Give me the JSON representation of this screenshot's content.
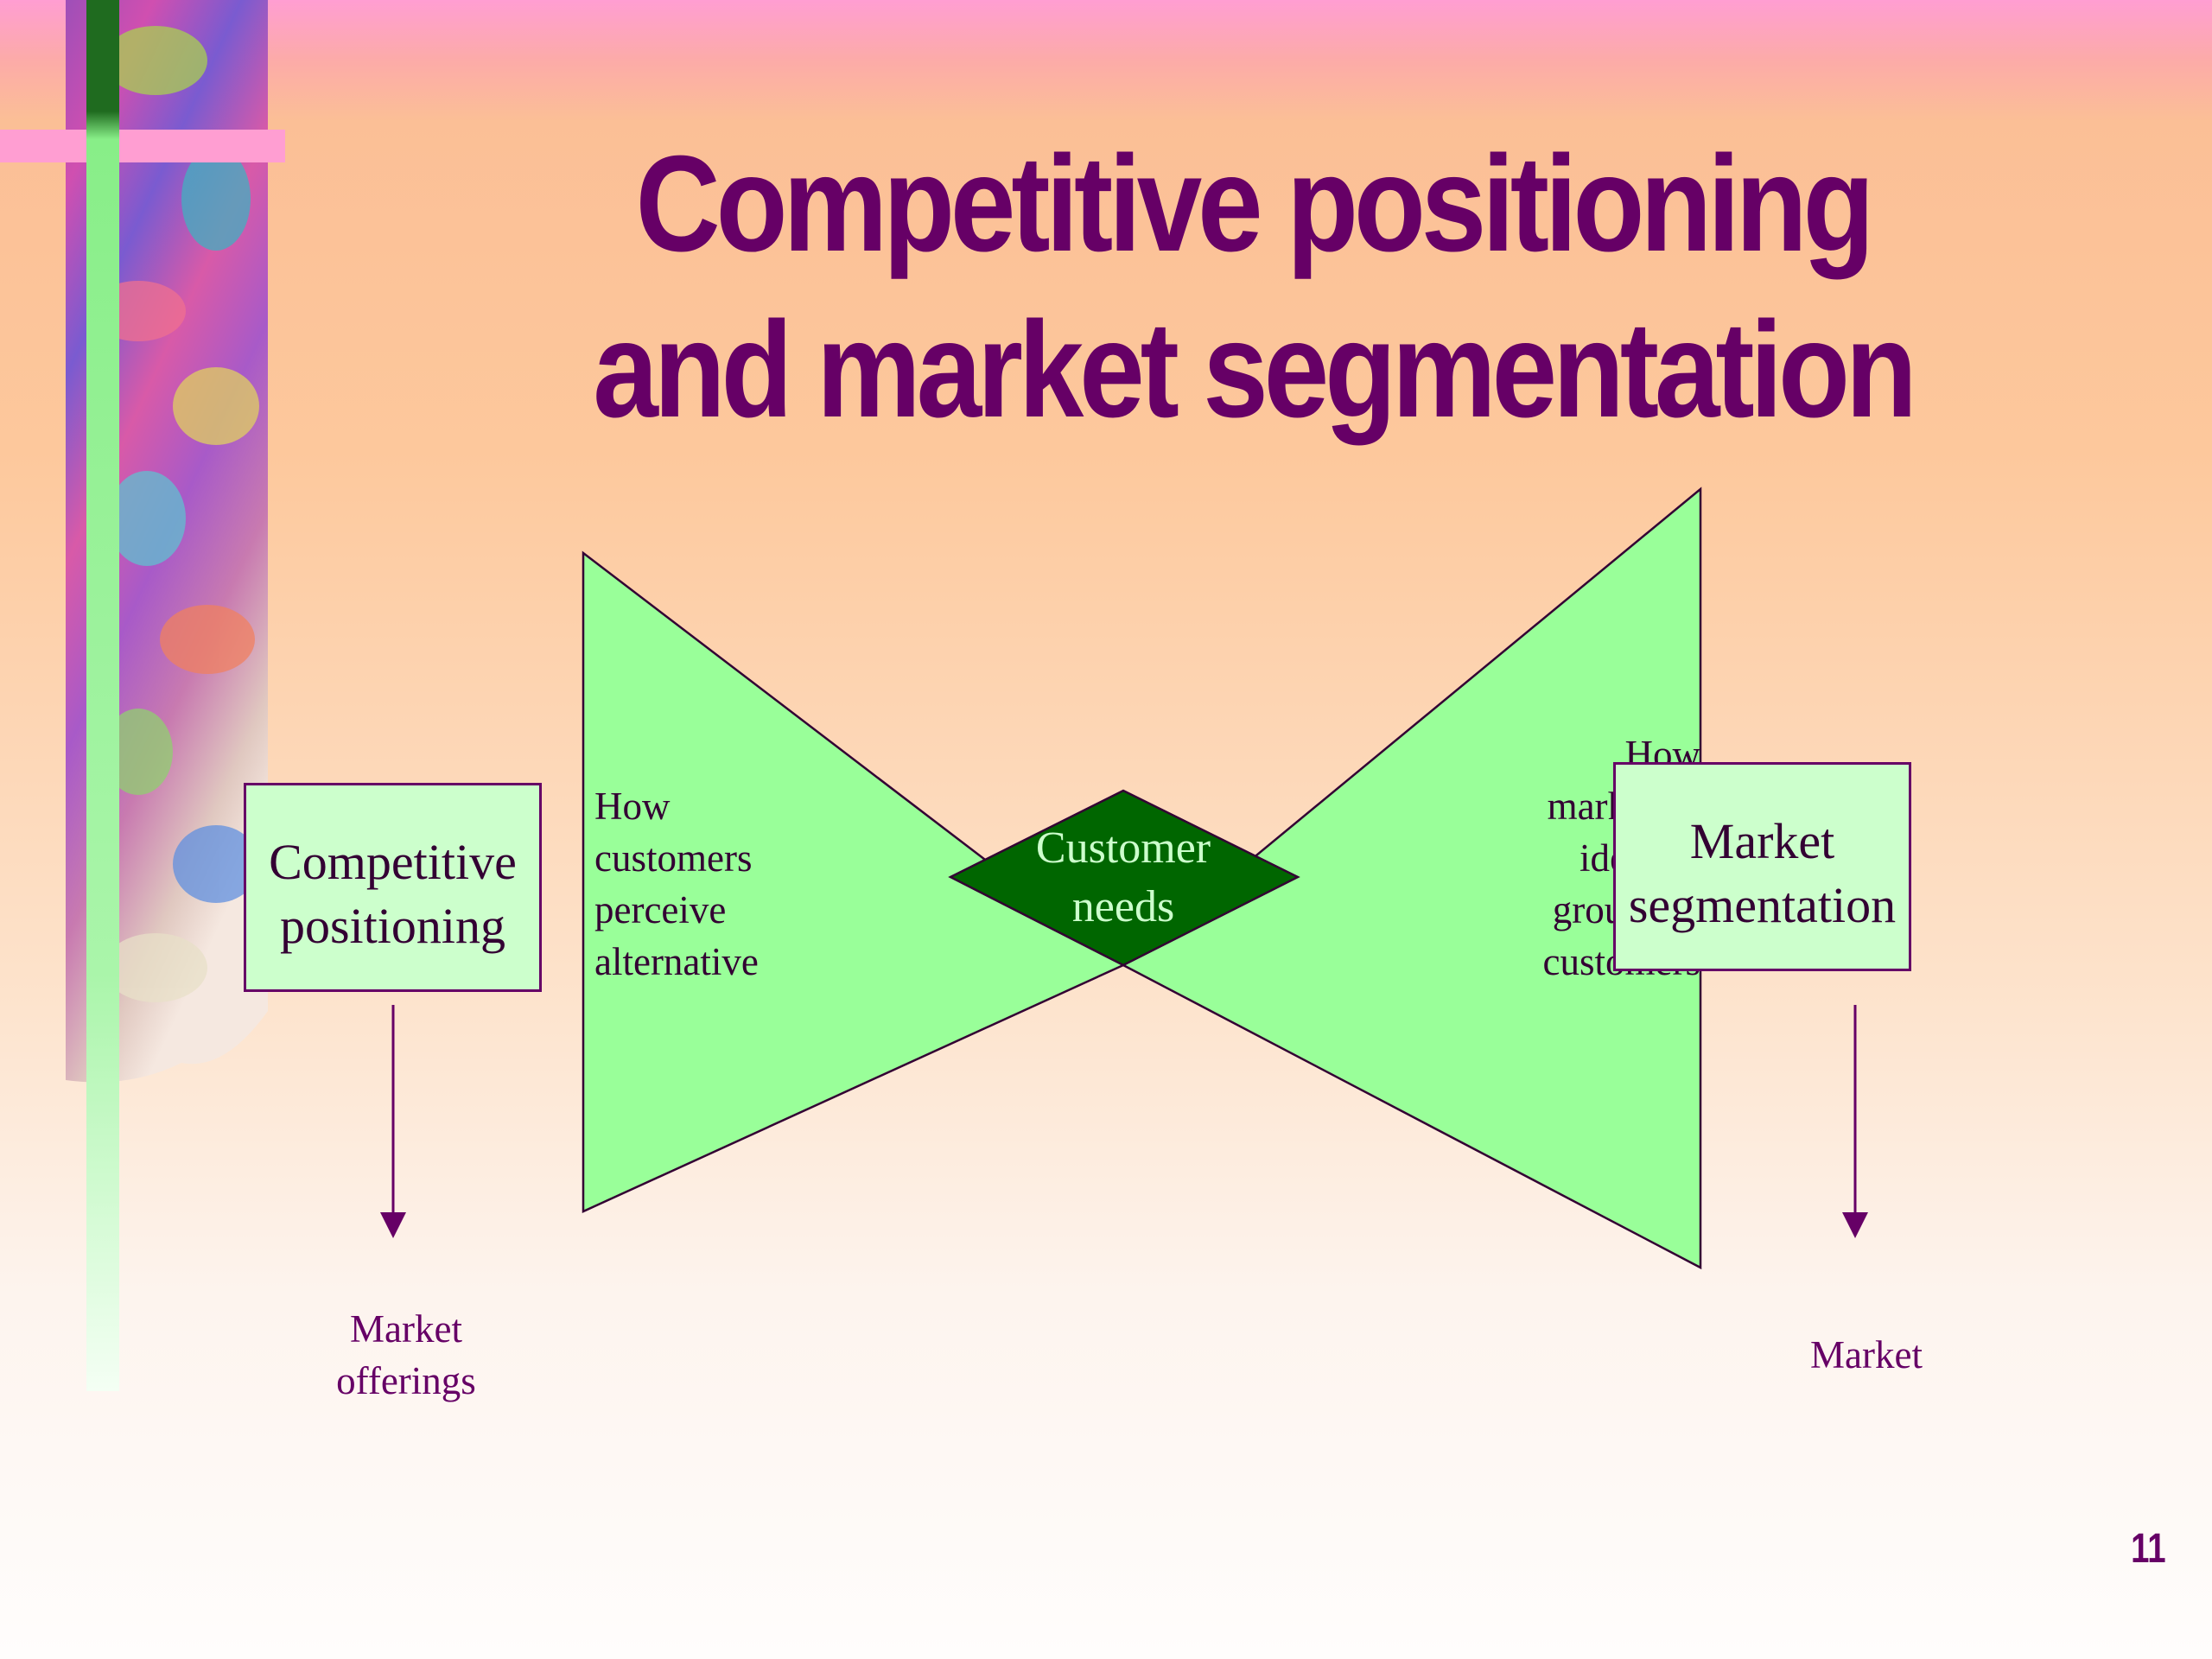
{
  "slide": {
    "title": "Competitive positioning and market segmentation",
    "page_number": "11"
  },
  "diagram": {
    "left_box_label": "Competitive positioning",
    "right_box_label": "Market segmentation",
    "center_label": "Customer needs",
    "left_triangle_text": "How customers perceive alternative",
    "right_triangle_text": "How marketers identify groups of customers",
    "left_output": "Market offerings",
    "right_output": "Market"
  },
  "colors": {
    "title": "#660066",
    "triangle_fill": "#99ff99",
    "box_fill": "#ccffcc",
    "diamond_fill": "#006600",
    "diamond_text": "#ccffcc",
    "arrows": "#660066"
  }
}
